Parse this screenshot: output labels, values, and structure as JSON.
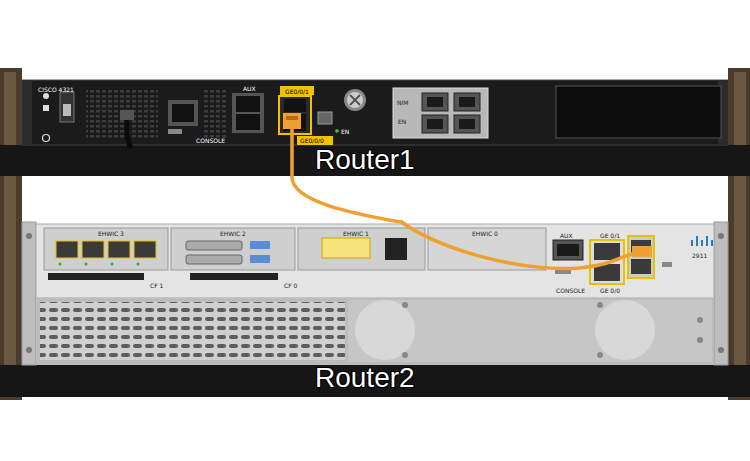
{
  "diagram": {
    "nodes": [
      {
        "text": [
          "Router1"
        ]
      },
      {
        "text": [
          "Router2"
        ]
      }
    ],
    "edges": [
      {
        "from": 0,
        "to": 1,
        "arrow": "none"
      }
    ],
    "labels": [
      "CISCO 4321",
      "AUX",
      "GE0/0/1",
      "GE0/0/0",
      "EN",
      "CONSOLE",
      "NIM",
      "EN",
      "EHWIC 3",
      "EHWIC 2",
      "EHWIC 1",
      "EHWIC 0",
      "CF 1",
      "CF 0",
      "AUX",
      "GE 0/1",
      "GE 0/0",
      "CONSOLE",
      "2911"
    ]
  }
}
